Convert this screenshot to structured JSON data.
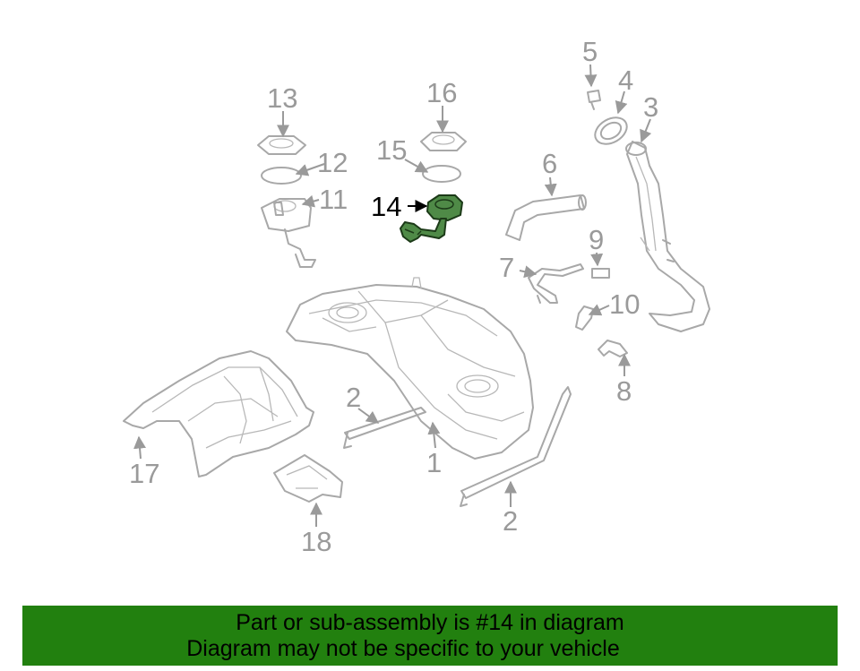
{
  "callouts": {
    "c1": "1",
    "c2a": "2",
    "c2b": "2",
    "c3": "3",
    "c4": "4",
    "c5": "5",
    "c6": "6",
    "c7": "7",
    "c8": "8",
    "c9": "9",
    "c10": "10",
    "c11": "11",
    "c12": "12",
    "c13": "13",
    "c14": "14",
    "c15": "15",
    "c16": "16",
    "c17": "17",
    "c18": "18"
  },
  "highlight": {
    "callout": "14",
    "fill": "#4f8a47"
  },
  "banner": {
    "line1": "Part or sub-assembly is #14 in diagram",
    "line2": "Diagram may not be specific to your vehicle",
    "background": "#22800f"
  },
  "colors": {
    "line_art": "#a8a8a8",
    "callout_text": "#9a9a9a",
    "highlight_callout": "#000000"
  }
}
